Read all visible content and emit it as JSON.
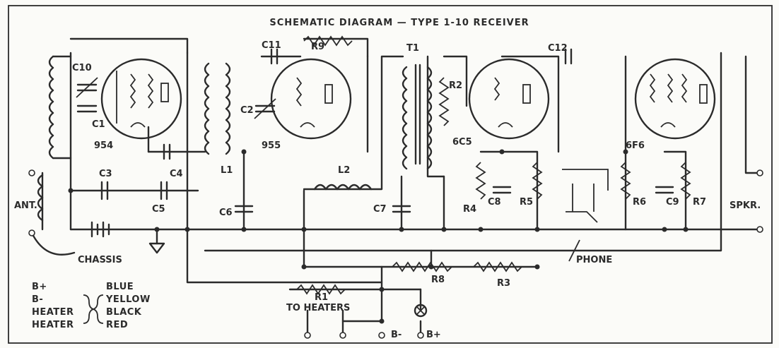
{
  "title": "SCHEMATIC DIAGRAM — TYPE 1-10 RECEIVER",
  "tubes": [
    "954",
    "955",
    "6C5",
    "6F6"
  ],
  "transformer": "T1",
  "capacitors": [
    "C1",
    "C2",
    "C3",
    "C4",
    "C5",
    "C6",
    "C7",
    "C8",
    "C9",
    "C10",
    "C11",
    "C12"
  ],
  "resistors": [
    "R1",
    "R2",
    "R3",
    "R4",
    "R5",
    "R6",
    "R7",
    "R8",
    "R9"
  ],
  "inductors": [
    "L1",
    "L2"
  ],
  "terminals": {
    "antenna": "ANT.",
    "chassis": "CHASSIS",
    "speaker": "SPKR.",
    "phone": "PHONE",
    "heaters": "TO HEATERS",
    "b_minus": "B-",
    "b_plus": "B+"
  },
  "legend": [
    {
      "lead": "B+",
      "color": "BLUE"
    },
    {
      "lead": "B-",
      "color": "YELLOW"
    },
    {
      "lead": "HEATER",
      "color": "BLACK"
    },
    {
      "lead": "HEATER",
      "color": "RED"
    }
  ],
  "colors": {
    "ink": "#2b2b2b",
    "paper": "#fbfbf8"
  }
}
